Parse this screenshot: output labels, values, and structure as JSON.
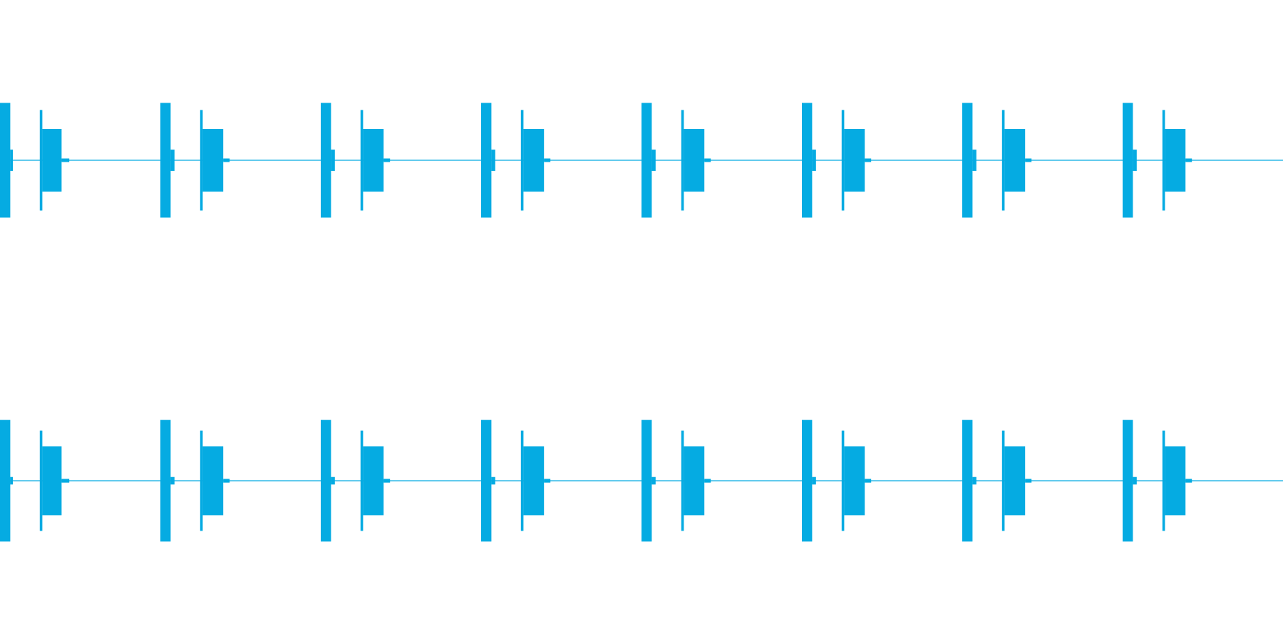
{
  "chart_data": {
    "type": "area",
    "title": "",
    "xlabel": "",
    "ylabel": "",
    "grid": false,
    "legend": "none",
    "ylim": [
      -1,
      1
    ],
    "xlim": [
      0,
      1
    ],
    "series": [
      {
        "channel": 1,
        "color": "#05ABE2",
        "baseline": 0,
        "bursts": [
          {
            "start": 0.0,
            "end": 0.008,
            "amplitude": 0.97
          },
          {
            "start": 0.008,
            "end": 0.01,
            "amplitude": 0.18
          },
          {
            "start": 0.031,
            "end": 0.033,
            "amplitude": 0.85
          },
          {
            "start": 0.033,
            "end": 0.048,
            "amplitude": 0.53
          },
          {
            "start": 0.048,
            "end": 0.054,
            "amplitude": 0.03
          },
          {
            "start": 0.125,
            "end": 0.133,
            "amplitude": 0.97
          },
          {
            "start": 0.133,
            "end": 0.136,
            "amplitude": 0.18
          },
          {
            "start": 0.156,
            "end": 0.158,
            "amplitude": 0.85
          },
          {
            "start": 0.158,
            "end": 0.174,
            "amplitude": 0.53
          },
          {
            "start": 0.174,
            "end": 0.179,
            "amplitude": 0.03
          },
          {
            "start": 0.25,
            "end": 0.258,
            "amplitude": 0.97
          },
          {
            "start": 0.258,
            "end": 0.261,
            "amplitude": 0.18
          },
          {
            "start": 0.281,
            "end": 0.283,
            "amplitude": 0.85
          },
          {
            "start": 0.283,
            "end": 0.299,
            "amplitude": 0.53
          },
          {
            "start": 0.299,
            "end": 0.304,
            "amplitude": 0.03
          },
          {
            "start": 0.375,
            "end": 0.383,
            "amplitude": 0.97
          },
          {
            "start": 0.383,
            "end": 0.386,
            "amplitude": 0.18
          },
          {
            "start": 0.406,
            "end": 0.408,
            "amplitude": 0.85
          },
          {
            "start": 0.408,
            "end": 0.424,
            "amplitude": 0.53
          },
          {
            "start": 0.424,
            "end": 0.429,
            "amplitude": 0.03
          },
          {
            "start": 0.5,
            "end": 0.508,
            "amplitude": 0.97
          },
          {
            "start": 0.508,
            "end": 0.511,
            "amplitude": 0.18
          },
          {
            "start": 0.531,
            "end": 0.533,
            "amplitude": 0.85
          },
          {
            "start": 0.533,
            "end": 0.549,
            "amplitude": 0.53
          },
          {
            "start": 0.549,
            "end": 0.554,
            "amplitude": 0.03
          },
          {
            "start": 0.625,
            "end": 0.633,
            "amplitude": 0.97
          },
          {
            "start": 0.633,
            "end": 0.636,
            "amplitude": 0.18
          },
          {
            "start": 0.656,
            "end": 0.658,
            "amplitude": 0.85
          },
          {
            "start": 0.658,
            "end": 0.674,
            "amplitude": 0.53
          },
          {
            "start": 0.674,
            "end": 0.679,
            "amplitude": 0.03
          },
          {
            "start": 0.75,
            "end": 0.758,
            "amplitude": 0.97
          },
          {
            "start": 0.758,
            "end": 0.761,
            "amplitude": 0.18
          },
          {
            "start": 0.781,
            "end": 0.783,
            "amplitude": 0.85
          },
          {
            "start": 0.783,
            "end": 0.799,
            "amplitude": 0.53
          },
          {
            "start": 0.799,
            "end": 0.804,
            "amplitude": 0.03
          },
          {
            "start": 0.875,
            "end": 0.883,
            "amplitude": 0.97
          },
          {
            "start": 0.883,
            "end": 0.886,
            "amplitude": 0.18
          },
          {
            "start": 0.906,
            "end": 0.908,
            "amplitude": 0.85
          },
          {
            "start": 0.908,
            "end": 0.924,
            "amplitude": 0.53
          },
          {
            "start": 0.924,
            "end": 0.929,
            "amplitude": 0.03
          }
        ]
      },
      {
        "channel": 2,
        "color": "#05ABE2",
        "baseline": 0,
        "bursts": [
          {
            "start": 0.0,
            "end": 0.008,
            "amplitude": 0.97
          },
          {
            "start": 0.008,
            "end": 0.01,
            "amplitude": 0.06
          },
          {
            "start": 0.031,
            "end": 0.033,
            "amplitude": 0.8
          },
          {
            "start": 0.033,
            "end": 0.048,
            "amplitude": 0.55
          },
          {
            "start": 0.048,
            "end": 0.054,
            "amplitude": 0.03
          },
          {
            "start": 0.125,
            "end": 0.133,
            "amplitude": 0.97
          },
          {
            "start": 0.133,
            "end": 0.136,
            "amplitude": 0.06
          },
          {
            "start": 0.156,
            "end": 0.158,
            "amplitude": 0.8
          },
          {
            "start": 0.158,
            "end": 0.174,
            "amplitude": 0.55
          },
          {
            "start": 0.174,
            "end": 0.179,
            "amplitude": 0.03
          },
          {
            "start": 0.25,
            "end": 0.258,
            "amplitude": 0.97
          },
          {
            "start": 0.258,
            "end": 0.261,
            "amplitude": 0.06
          },
          {
            "start": 0.281,
            "end": 0.283,
            "amplitude": 0.8
          },
          {
            "start": 0.283,
            "end": 0.299,
            "amplitude": 0.55
          },
          {
            "start": 0.299,
            "end": 0.304,
            "amplitude": 0.03
          },
          {
            "start": 0.375,
            "end": 0.383,
            "amplitude": 0.97
          },
          {
            "start": 0.383,
            "end": 0.386,
            "amplitude": 0.06
          },
          {
            "start": 0.406,
            "end": 0.408,
            "amplitude": 0.8
          },
          {
            "start": 0.408,
            "end": 0.424,
            "amplitude": 0.55
          },
          {
            "start": 0.424,
            "end": 0.429,
            "amplitude": 0.03
          },
          {
            "start": 0.5,
            "end": 0.508,
            "amplitude": 0.97
          },
          {
            "start": 0.508,
            "end": 0.511,
            "amplitude": 0.06
          },
          {
            "start": 0.531,
            "end": 0.533,
            "amplitude": 0.8
          },
          {
            "start": 0.533,
            "end": 0.549,
            "amplitude": 0.55
          },
          {
            "start": 0.549,
            "end": 0.554,
            "amplitude": 0.03
          },
          {
            "start": 0.625,
            "end": 0.633,
            "amplitude": 0.97
          },
          {
            "start": 0.633,
            "end": 0.636,
            "amplitude": 0.06
          },
          {
            "start": 0.656,
            "end": 0.658,
            "amplitude": 0.8
          },
          {
            "start": 0.658,
            "end": 0.674,
            "amplitude": 0.55
          },
          {
            "start": 0.674,
            "end": 0.679,
            "amplitude": 0.03
          },
          {
            "start": 0.75,
            "end": 0.758,
            "amplitude": 0.97
          },
          {
            "start": 0.758,
            "end": 0.761,
            "amplitude": 0.06
          },
          {
            "start": 0.781,
            "end": 0.783,
            "amplitude": 0.8
          },
          {
            "start": 0.783,
            "end": 0.799,
            "amplitude": 0.55
          },
          {
            "start": 0.799,
            "end": 0.804,
            "amplitude": 0.03
          },
          {
            "start": 0.875,
            "end": 0.883,
            "amplitude": 0.97
          },
          {
            "start": 0.883,
            "end": 0.886,
            "amplitude": 0.06
          },
          {
            "start": 0.906,
            "end": 0.908,
            "amplitude": 0.8
          },
          {
            "start": 0.908,
            "end": 0.924,
            "amplitude": 0.55
          },
          {
            "start": 0.924,
            "end": 0.929,
            "amplitude": 0.03
          }
        ]
      }
    ]
  }
}
